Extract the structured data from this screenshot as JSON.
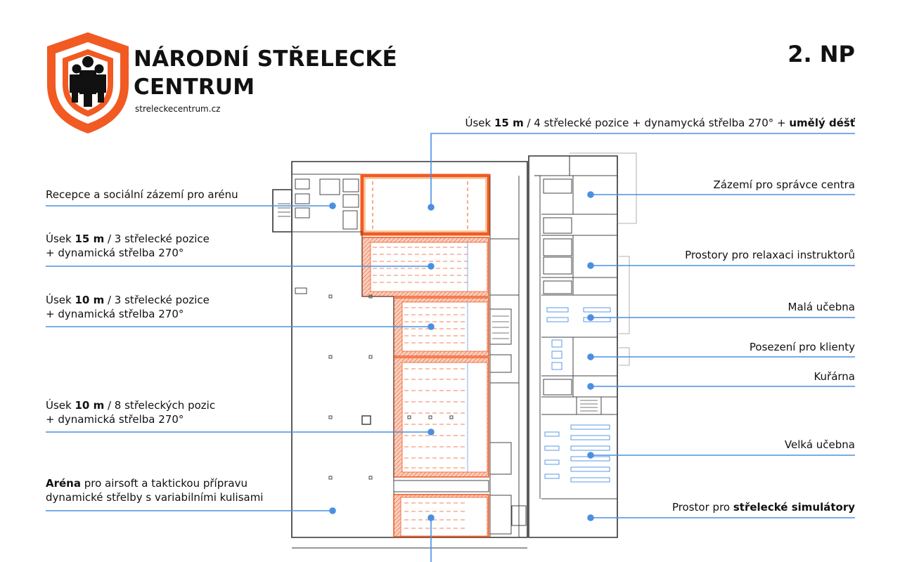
{
  "header": {
    "brand_line1": "NÁRODNÍ STŘELECKÉ",
    "brand_line2": "CENTRUM",
    "website": "streleckecentrum.cz",
    "floor": "2. NP",
    "logo_icon": "shield-people-icon",
    "accent_color": "#f15a22"
  },
  "colors": {
    "leader_line": "#4a90e2",
    "range_fill": "#f8c8b8",
    "range_stroke": "#f15a22",
    "wall": "#333333"
  },
  "labels": {
    "top": {
      "pre": "Úsek ",
      "bold1": "15 m",
      "mid": " / 4 střelecké pozice + dynamycká střelba 270° + ",
      "bold2": "umělý déšť"
    },
    "left": [
      {
        "id": "recepce",
        "pre": "Recepce a sociální zázemí pro arénu",
        "bold": "",
        "post": "",
        "line2": ""
      },
      {
        "id": "usek15-3",
        "pre": "Úsek ",
        "bold": "15 m",
        "post": " / 3 střelecké pozice",
        "line2": "+ dynamická střelba 270°"
      },
      {
        "id": "usek10-3",
        "pre": "Úsek ",
        "bold": "10 m",
        "post": " / 3 střelecké pozice",
        "line2": "+ dynamická střelba 270°"
      },
      {
        "id": "usek10-8",
        "pre": "Úsek ",
        "bold": "10 m",
        "post": " / 8 střeleckých pozic",
        "line2": "+ dynamická střelba 270°"
      },
      {
        "id": "arena",
        "pre": "",
        "bold": "Aréna",
        "post": " pro airsoft a taktickou přípravu",
        "line2": "dynamické střelby s variabilními kulisami"
      }
    ],
    "right": [
      {
        "id": "zazemi",
        "pre": "Zázemí pro správce centra",
        "bold": ""
      },
      {
        "id": "relax",
        "pre": "Prostory pro relaxaci instruktorů",
        "bold": ""
      },
      {
        "id": "mala",
        "pre": "Malá učebna",
        "bold": ""
      },
      {
        "id": "posezeni",
        "pre": "Posezení pro klienty",
        "bold": ""
      },
      {
        "id": "kurarna",
        "pre": "Kuřárna",
        "bold": ""
      },
      {
        "id": "velka",
        "pre": "Velká učebna",
        "bold": ""
      },
      {
        "id": "simulatory",
        "pre": "Prostor pro ",
        "bold": "střelecké simulátory"
      }
    ]
  }
}
